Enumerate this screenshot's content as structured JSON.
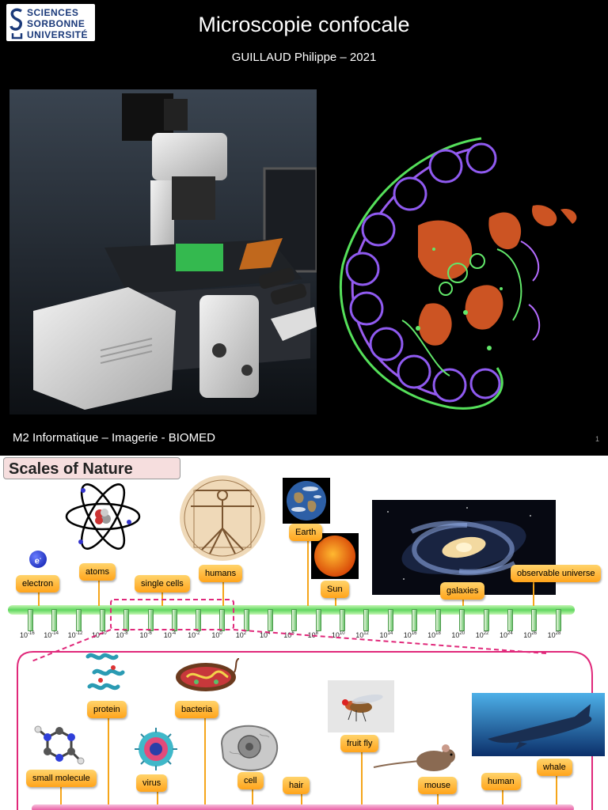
{
  "logo": {
    "line1": "SCIENCES",
    "line2": "SORBONNE",
    "line3": "UNIVERSITÉ",
    "color": "#1b3a7a"
  },
  "slide1": {
    "title": "Microscopie confocale",
    "author": "GUILLAUD Philippe – 2021",
    "footer": "M2 Informatique – Imagerie - BIOMED",
    "page_number": "1"
  },
  "slide2": {
    "title": "Scales of Nature",
    "top_tags": [
      "electron",
      "atoms",
      "single cells",
      "humans",
      "Earth",
      "Sun",
      "galaxies",
      "observable universe"
    ],
    "electron_symbol": "e",
    "electron_charge": "-",
    "axis_exponents": [
      "-16",
      "-14",
      "-12",
      "-10",
      "-8",
      "-6",
      "-4",
      "-2",
      "0",
      "2",
      "4",
      "6",
      "8",
      "10",
      "12",
      "14",
      "16",
      "18",
      "20",
      "22",
      "24",
      "26",
      "28"
    ],
    "bottom_tags": [
      "small molecule",
      "protein",
      "virus",
      "bacteria",
      "cell",
      "hair",
      "fruit fly",
      "mouse",
      "human",
      "whale"
    ],
    "colors": {
      "axis_green": "#5fd65f",
      "tag_orange": "#ffb22e",
      "zoom_pink": "#e0287a"
    }
  }
}
